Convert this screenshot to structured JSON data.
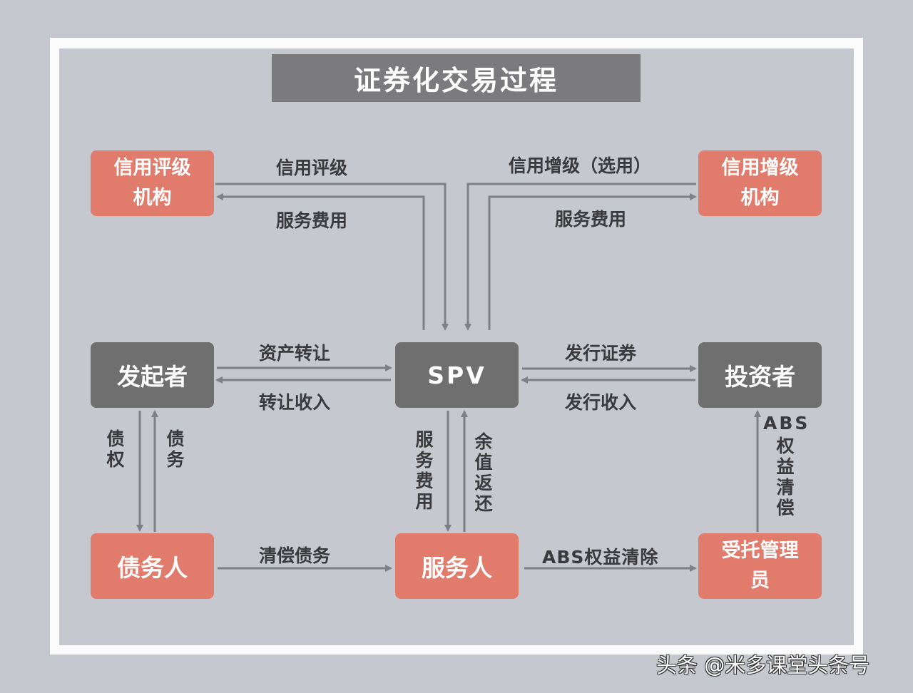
{
  "title": "证券化交易过程",
  "nodes": {
    "rating_agency": "信用评级机构",
    "credit_enhancer": "信用增级机构",
    "originator": "发起者",
    "spv": "SPV",
    "investor": "投资者",
    "debtor": "债务人",
    "servicer": "服务人",
    "trustee": "受托管理员"
  },
  "flows": {
    "credit_rating": "信用评级",
    "rating_fee": "服务费用",
    "credit_enhancement": "信用增级（选用）",
    "enhancement_fee": "服务费用",
    "asset_transfer": "资产转让",
    "transfer_income": "转让收入",
    "issue_securities": "发行证券",
    "issue_income": "发行收入",
    "claims": "债权",
    "debt": "债务",
    "service_fee": "服务费用",
    "residual_return": "余值返还",
    "abs_repayment_prefix": "ABS",
    "abs_repayment": "权益清偿",
    "debt_repayment": "清偿债务",
    "abs_clearing": "ABS权益清除"
  },
  "watermark": "头条 @米多课堂头条号",
  "colors": {
    "red_node": "#e17b6c",
    "gray_node": "#6f6f70",
    "arrow": "#7d8089"
  }
}
